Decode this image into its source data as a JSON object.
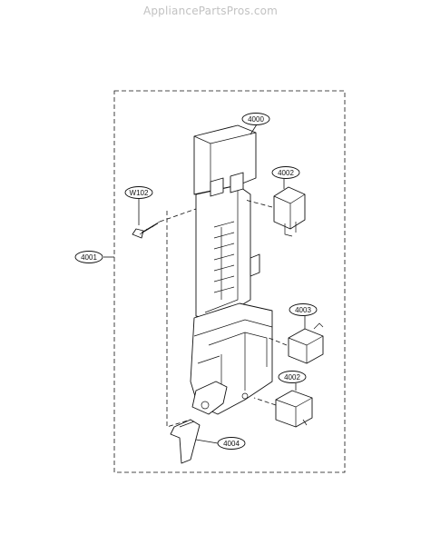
{
  "watermark": "AppliancePartsPros.com",
  "callouts": {
    "p4000": "4000",
    "p4001": "4001",
    "p4002a": "4002",
    "p4002b": "4002",
    "p4003": "4003",
    "p4004": "4004",
    "pW102": "W102"
  }
}
